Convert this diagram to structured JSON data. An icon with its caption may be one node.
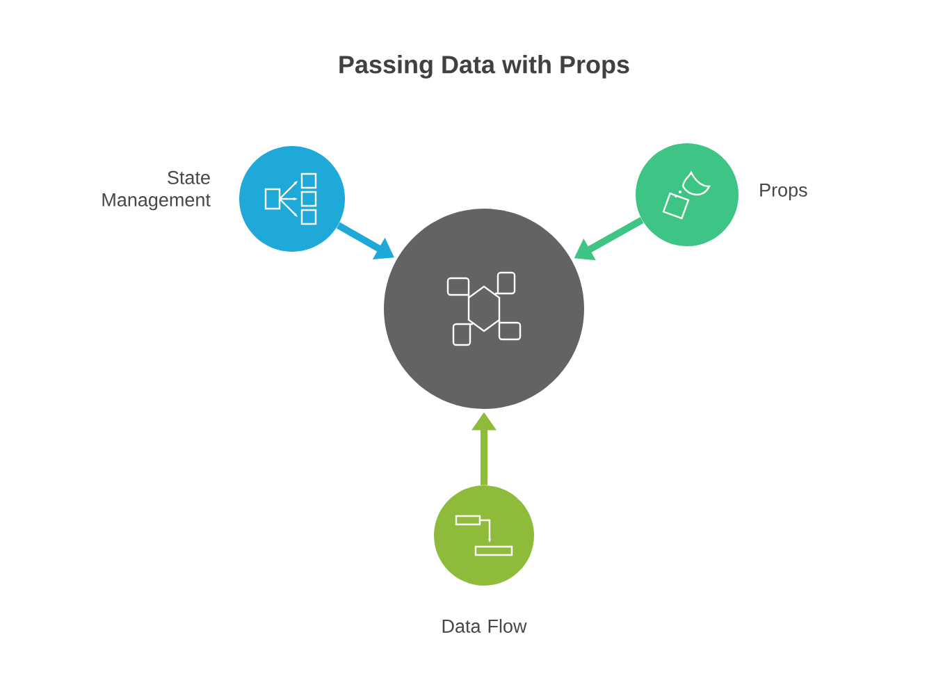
{
  "diagram": {
    "title": "Passing Data with Props",
    "nodes": [
      {
        "text": [],
        "shape": "circle"
      },
      {
        "text": [
          "State Management"
        ]
      },
      {
        "text": [
          "Props"
        ]
      },
      {
        "text": [
          "Data Flow"
        ]
      }
    ],
    "edges": [
      {
        "from": 1,
        "to": 0,
        "arrow": "to",
        "color": "#1fa9d8"
      },
      {
        "from": 2,
        "to": 0,
        "arrow": "to",
        "color": "#3ec484"
      },
      {
        "from": 3,
        "to": 0,
        "arrow": "to",
        "color": "#8fbb3a"
      }
    ]
  }
}
